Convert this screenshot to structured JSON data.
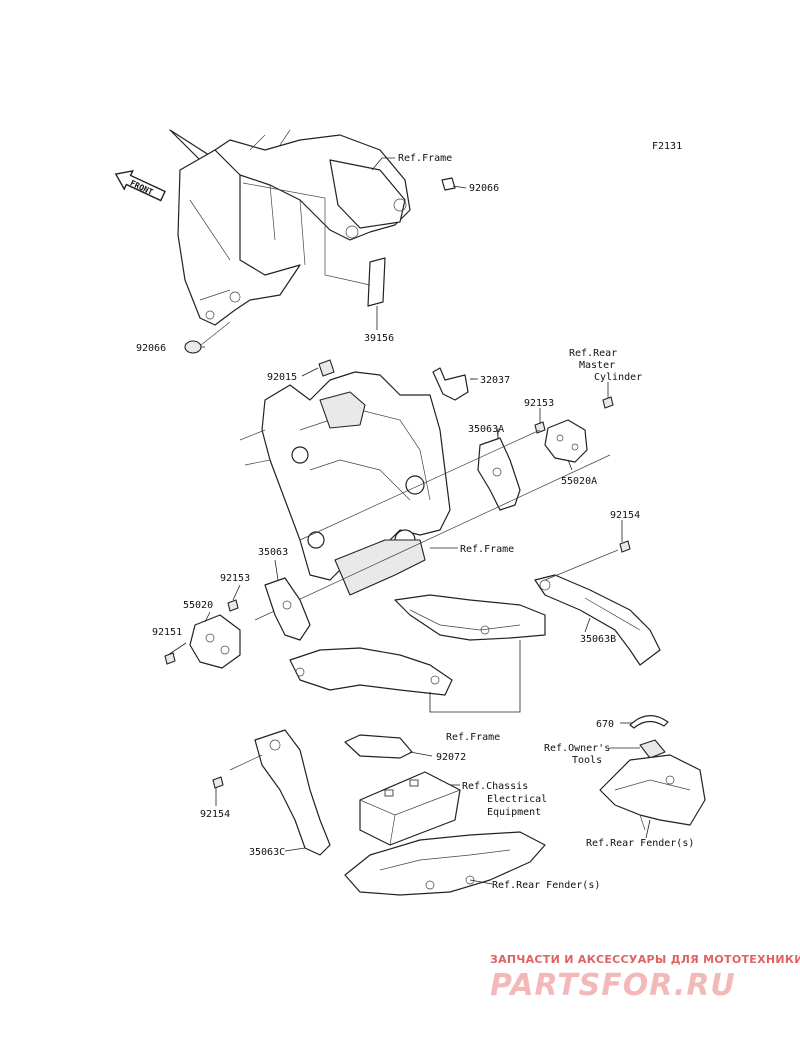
{
  "diagram": {
    "figure_id": "F2131",
    "front_arrow": "FRONT",
    "labels": {
      "ref_frame_top": "Ref.Frame",
      "p92066_a": "92066",
      "p92066_b": "92066",
      "p39156": "39156",
      "ref_rear_master_1": "Ref.Rear",
      "ref_rear_master_2": "Master",
      "ref_rear_master_3": "Cylinder",
      "p92015": "92015",
      "p32037": "32037",
      "p92153_a": "92153",
      "p35063A": "35063A",
      "p55020A": "55020A",
      "ref_frame_mid": "Ref.Frame",
      "p92154_a": "92154",
      "p35063": "35063",
      "p92153_b": "92153",
      "p55020": "55020",
      "p92151": "92151",
      "p35063B": "35063B",
      "ref_frame_low": "Ref.Frame",
      "p670": "670",
      "ref_owners_tools_1": "Ref.Owner's",
      "ref_owners_tools_2": "Tools",
      "p92072": "92072",
      "ref_chassis_1": "Ref.Chassis",
      "ref_chassis_2": "Electrical",
      "ref_chassis_3": "Equipment",
      "p92154_b": "92154",
      "ref_rear_fender_a": "Ref.Rear Fender(s)",
      "p35063C": "35063C",
      "ref_rear_fender_b": "Ref.Rear Fender(s)"
    }
  },
  "watermark": {
    "tagline": "ЗАПЧАСТИ И АКСЕССУАРЫ ДЛЯ МОТОТЕХНИКИ",
    "logo": "PARTSFOR.RU"
  },
  "colors": {
    "ink": "#222222",
    "watermark_red": "#e06262",
    "watermark_pink": "#f3b9b9"
  }
}
